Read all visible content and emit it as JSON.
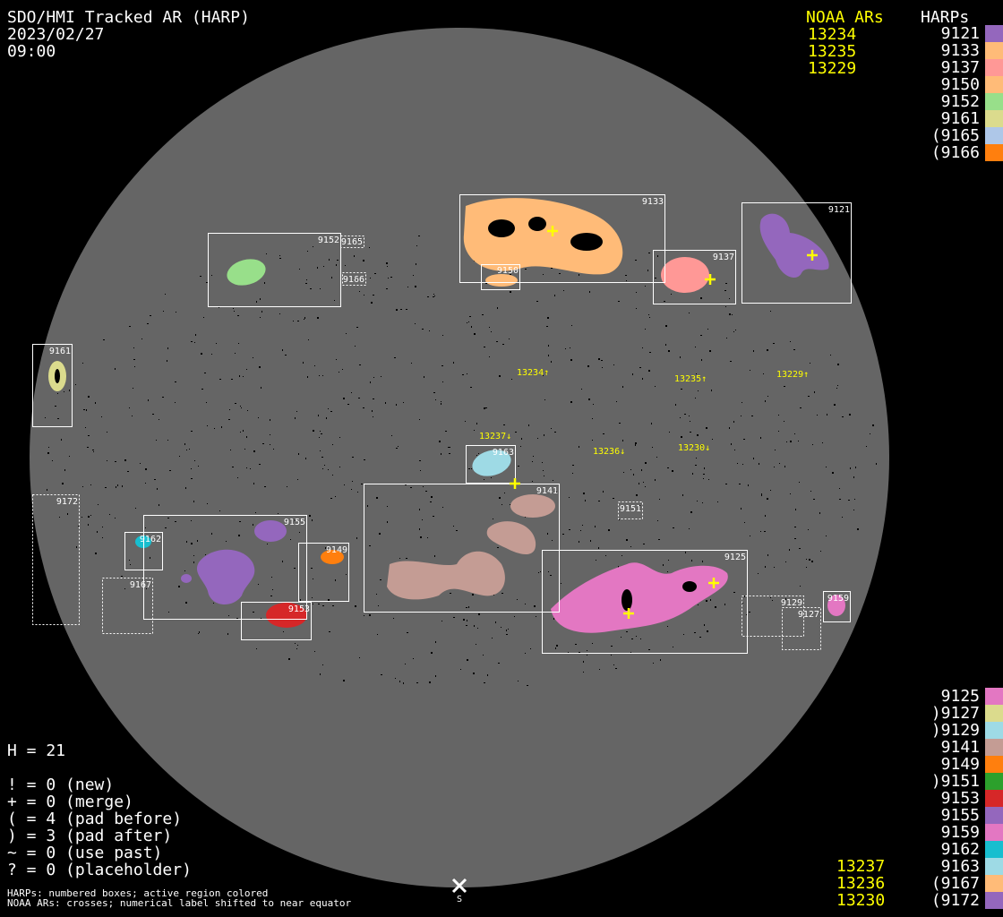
{
  "header": {
    "title": "SDO/HMI Tracked AR (HARP)",
    "date": "2023/02/27",
    "time": "09:00"
  },
  "legend_top": {
    "noaa_header": "NOAA ARs",
    "harps_header": "HARPs",
    "noaa": [
      "13234",
      "13235",
      "13229"
    ],
    "harps": [
      {
        "label": "9121",
        "color": "#9467bd"
      },
      {
        "label": "9133",
        "color": "#ffbb78"
      },
      {
        "label": "9137",
        "color": "#ff9896"
      },
      {
        "label": "9150",
        "color": "#ffbb78"
      },
      {
        "label": "9152",
        "color": "#98df8a"
      },
      {
        "label": "9161",
        "color": "#dbdb8d"
      },
      {
        "label": "(9165",
        "color": "#aec7e8"
      },
      {
        "label": "(9166",
        "color": "#ff7f0e"
      }
    ]
  },
  "legend_bottom": {
    "noaa": [
      "13237",
      "13236",
      "13230"
    ],
    "harps": [
      {
        "label": "9125",
        "color": "#e377c2"
      },
      {
        "label": ")9127",
        "color": "#dbdb8d"
      },
      {
        "label": ")9129",
        "color": "#9edae5"
      },
      {
        "label": "9141",
        "color": "#c49c94"
      },
      {
        "label": "9149",
        "color": "#ff7f0e"
      },
      {
        "label": ")9151",
        "color": "#2ca02c"
      },
      {
        "label": "9153",
        "color": "#d62728"
      },
      {
        "label": "9155",
        "color": "#9467bd"
      },
      {
        "label": "9159",
        "color": "#e377c2"
      },
      {
        "label": "9162",
        "color": "#17becf"
      },
      {
        "label": "9163",
        "color": "#9edae5"
      },
      {
        "label": "(9167",
        "color": "#ffbb78"
      },
      {
        "label": "(9172",
        "color": "#9467bd"
      }
    ]
  },
  "stats": {
    "h": "H = 21",
    "lines": [
      "! = 0 (new)",
      "+ = 0 (merge)",
      "( = 4 (pad before)",
      ") = 3 (pad after)",
      "~ = 0 (use past)",
      "? = 0 (placeholder)"
    ]
  },
  "footnote": [
    "HARPs: numbered boxes; active region colored",
    "NOAA ARs: crosses; numerical label shifted to near equator"
  ],
  "south_marker": "S",
  "disk": {
    "harp_labels": {
      "h9133": "9133",
      "h9150": "9150",
      "h9137": "9137",
      "h9121": "9121",
      "h9152": "9152",
      "h9165": "9165",
      "h9166": "9166",
      "h9161": "9161",
      "h9172": "9172",
      "h9163": "9163",
      "h9141": "9141",
      "h9151": "9151",
      "h9125": "9125",
      "h9129": "9129",
      "h9127": "9127",
      "h9159": "9159",
      "h9155": "9155",
      "h9162": "9162",
      "h9167": "9167",
      "h9149": "9149",
      "h9153": "9153"
    },
    "noaa_labels": {
      "n13234": "13234↑",
      "n13235": "13235↑",
      "n13229": "13229↑",
      "n13237": "13237↓",
      "n13236": "13236↓",
      "n13230": "13230↓"
    }
  },
  "colors": {
    "disk": "#656565",
    "noaa": "#ffff00",
    "background": "#000000"
  }
}
